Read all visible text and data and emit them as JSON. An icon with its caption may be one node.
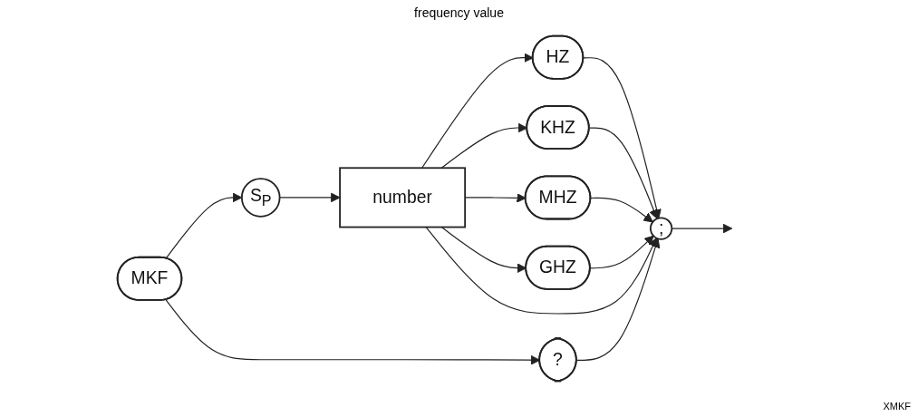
{
  "diagram": {
    "nodes": [
      {
        "text": [
          "MKF"
        ]
      },
      {
        "text": [
          "S$_{P}$"
        ]
      },
      {
        "text": [
          "number"
        ]
      },
      {
        "text": [
          "HZ"
        ]
      },
      {
        "text": [
          "KHZ"
        ]
      },
      {
        "text": [
          "MHZ"
        ]
      },
      {
        "text": [
          "GHZ"
        ]
      },
      {
        "text": [
          "?"
        ]
      },
      {
        "text": [
          ";"
        ]
      }
    ],
    "edges": [
      {
        "from": 0,
        "to": 1,
        "arrow": "to"
      },
      {
        "from": 1,
        "to": 2,
        "arrow": "to"
      },
      {
        "from": 2,
        "to": 3,
        "arrow": "to"
      },
      {
        "from": 2,
        "to": 4,
        "arrow": "to"
      },
      {
        "from": 2,
        "to": 5,
        "arrow": "to"
      },
      {
        "from": 2,
        "to": 6,
        "arrow": "to"
      },
      {
        "from": 3,
        "to": 8,
        "arrow": "to"
      },
      {
        "from": 4,
        "to": 8,
        "arrow": "to"
      },
      {
        "from": 5,
        "to": 8,
        "arrow": "to"
      },
      {
        "from": 6,
        "to": 8,
        "arrow": "to"
      },
      {
        "from": 2,
        "to": 8,
        "arrow": "to"
      },
      {
        "from": 0,
        "to": 7,
        "arrow": "to"
      },
      {
        "from": 7,
        "to": 8,
        "arrow": "to"
      },
      {
        "from": 8,
        "to": null,
        "arrow": "to"
      }
    ],
    "labels": [
      "frequency value",
      "XMKF"
    ]
  }
}
